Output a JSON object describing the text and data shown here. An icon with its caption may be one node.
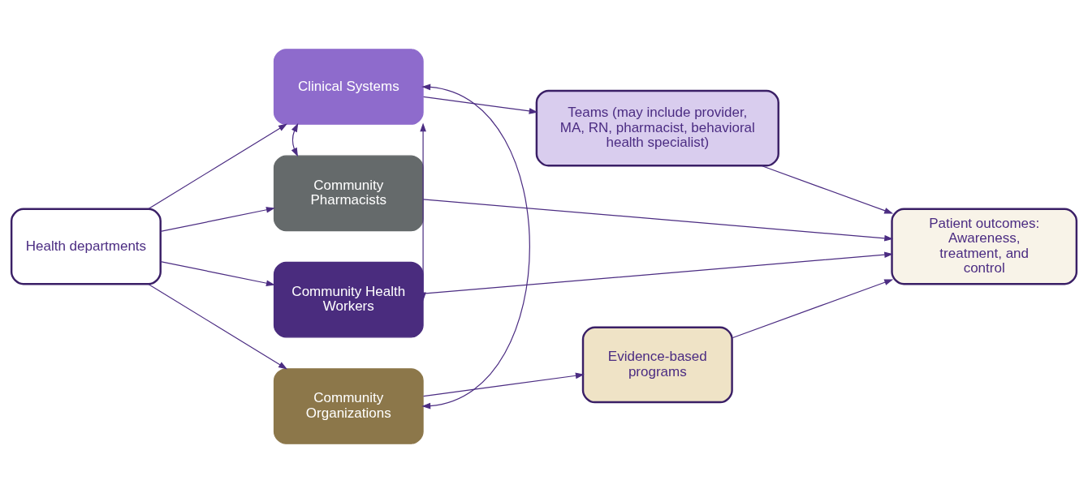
{
  "diagram": {
    "nodes": [
      {
        "text": [
          "Health departments"
        ]
      },
      {
        "text": [
          "Clinical Systems"
        ]
      },
      {
        "text": [
          "Community Pharmacists"
        ]
      },
      {
        "text": [
          "Community Health Workers"
        ]
      },
      {
        "text": [
          "Community Organizations"
        ]
      },
      {
        "text": [
          "Teams (may include provider, MA, RN, pharmacist, behavioral health specialist)"
        ]
      },
      {
        "text": [
          "Patient outcomes: Awareness, treatment, and control"
        ]
      },
      {
        "text": [
          "Evidence-based programs"
        ]
      }
    ],
    "edges": [
      {
        "from": 0,
        "to": 1,
        "arrow": "to"
      },
      {
        "from": 0,
        "to": 2,
        "arrow": "to"
      },
      {
        "from": 0,
        "to": 3,
        "arrow": "to"
      },
      {
        "from": 0,
        "to": 4,
        "arrow": "to"
      },
      {
        "from": 1,
        "to": 2,
        "arrow": "both"
      },
      {
        "from": 1,
        "to": 3,
        "arrow": "both"
      },
      {
        "from": 1,
        "to": 4,
        "arrow": "both"
      },
      {
        "from": 1,
        "to": 5,
        "arrow": "to"
      },
      {
        "from": 4,
        "to": 7,
        "arrow": "to"
      },
      {
        "from": 5,
        "to": 6,
        "arrow": "to"
      },
      {
        "from": 2,
        "to": 6,
        "arrow": "to"
      },
      {
        "from": 3,
        "to": 6,
        "arrow": "to"
      },
      {
        "from": 7,
        "to": 6,
        "arrow": "to"
      }
    ]
  }
}
